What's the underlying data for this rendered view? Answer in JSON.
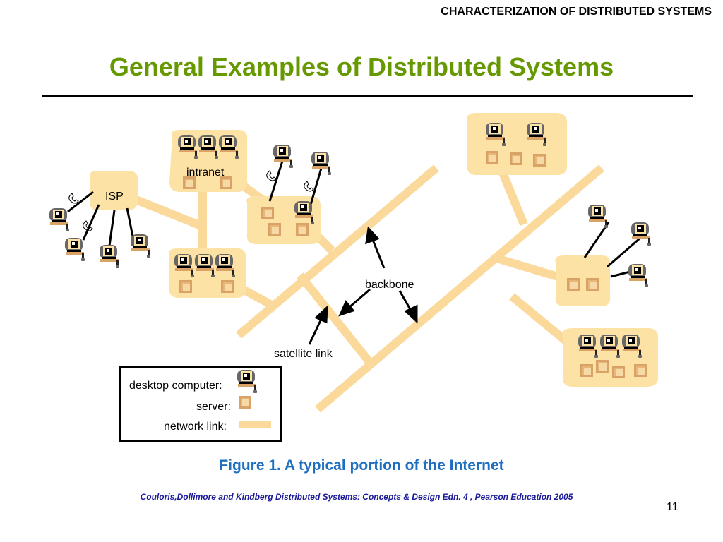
{
  "slide": {
    "header": "CHARACTERIZATION OF DISTRIBUTED SYSTEMS",
    "title": "General Examples of Distributed Systems",
    "caption": "Figure 1. A typical portion of the Internet",
    "citation": "Couloris,Dollimore and Kindberg  Distributed Systems: Concepts & Design  Edn. 4 , Pearson Education 2005",
    "page_number": "11"
  },
  "diagram": {
    "labels": {
      "intranet": "intranet",
      "isp": "ISP",
      "backbone": "backbone",
      "satellite_link": "satellite link"
    },
    "legend": {
      "desktop": "desktop computer:",
      "server": "server:",
      "link": "network link:"
    }
  },
  "colors": {
    "title": "#669900",
    "caption": "#1f6fc1",
    "blob": "#fde2a6",
    "link": "#fbd99b",
    "server": "#d9a266",
    "computer": "#666666"
  }
}
